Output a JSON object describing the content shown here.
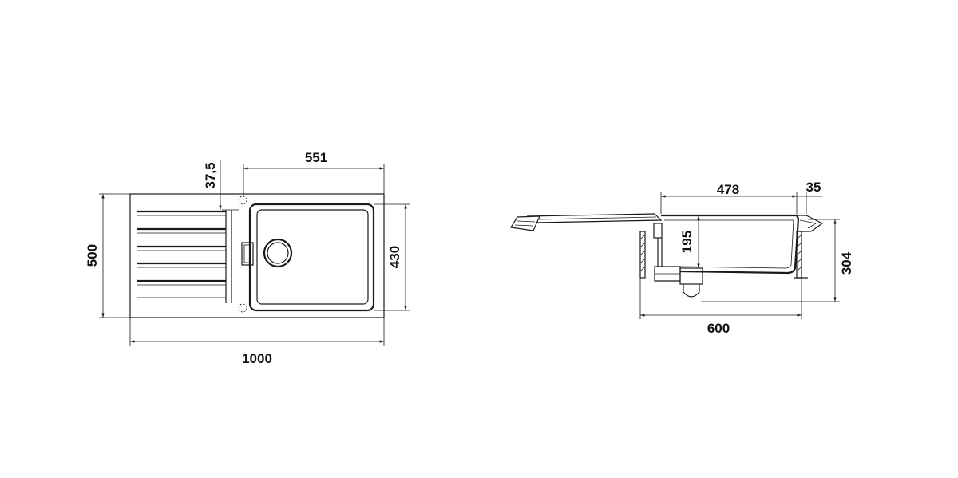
{
  "drawing": {
    "line_color": "#1a1a1a",
    "background": "#ffffff",
    "top_view": {
      "dim_551": "551",
      "dim_37_5": "37,5",
      "dim_500": "500",
      "dim_430": "430",
      "dim_1000": "1000"
    },
    "side_view": {
      "dim_478": "478",
      "dim_35": "35",
      "dim_195": "195",
      "dim_304": "304",
      "dim_600": "600"
    }
  }
}
